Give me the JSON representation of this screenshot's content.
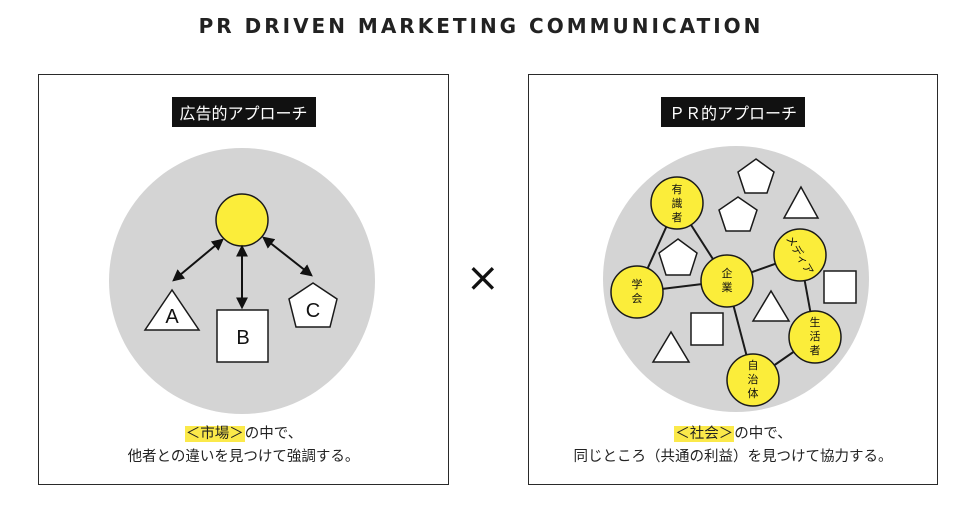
{
  "header": {
    "title": "PR DRIVEN MARKETING COMMUNICATION"
  },
  "left_panel": {
    "label": "広告的アプローチ",
    "shapes": {
      "triangle": "A",
      "square": "B",
      "pentagon": "C"
    },
    "caption": {
      "highlight": "＜市場＞",
      "line1_rest": "の中で、",
      "line2": "他者との違いを見つけて強調する。"
    }
  },
  "operator": "×",
  "right_panel": {
    "label": "ＰＲ的アプローチ",
    "nodes": [
      "有識者",
      "学会",
      "企業",
      "メディア",
      "生活者",
      "自治体"
    ],
    "caption": {
      "highlight": "＜社会＞",
      "line1_rest": "の中で、",
      "line2": "同じところ（共通の利益）を見つけて協力する。"
    }
  },
  "colors": {
    "accent": "#fbe94a",
    "node": "#fbed3a",
    "circle_bg": "#d4d4d4",
    "stroke": "#1a1a1a"
  }
}
